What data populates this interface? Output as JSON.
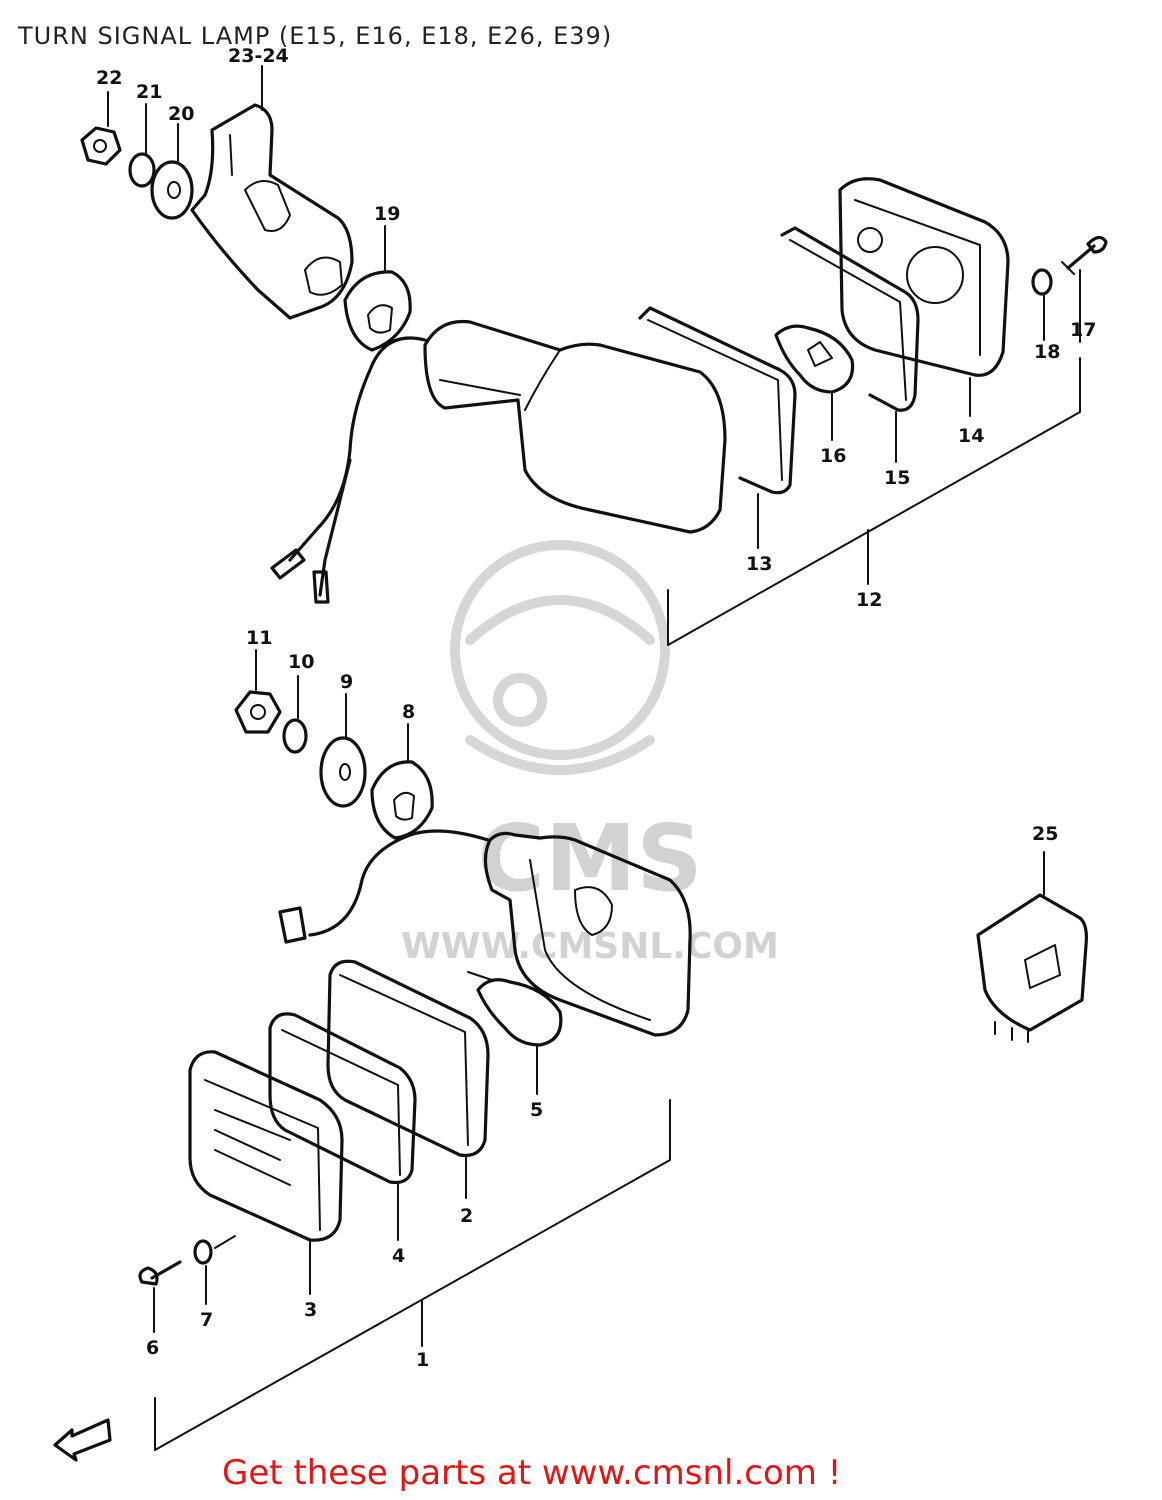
{
  "title": "TURN SIGNAL LAMP (E15, E16, E18, E26, E39)",
  "footer": {
    "text": "Get these parts at www.cmsnl.com !",
    "color": "#e01515"
  },
  "watermark": {
    "logo_text": "CMS",
    "url_text": "WWW.CMSNL.COM"
  },
  "part_numbers": {
    "p1": "1",
    "p2": "2",
    "p3": "3",
    "p4": "4",
    "p5": "5",
    "p6": "6",
    "p7": "7",
    "p8": "8",
    "p9": "9",
    "p10": "10",
    "p11": "11",
    "p12": "12",
    "p13": "13",
    "p14": "14",
    "p15": "15",
    "p16": "16",
    "p17": "17",
    "p18": "18",
    "p19": "19",
    "p20": "20",
    "p21": "21",
    "p22": "22",
    "p23_24": "23-24",
    "p25": "25"
  },
  "icons": {
    "front_arrow": "direction-arrow-icon"
  }
}
